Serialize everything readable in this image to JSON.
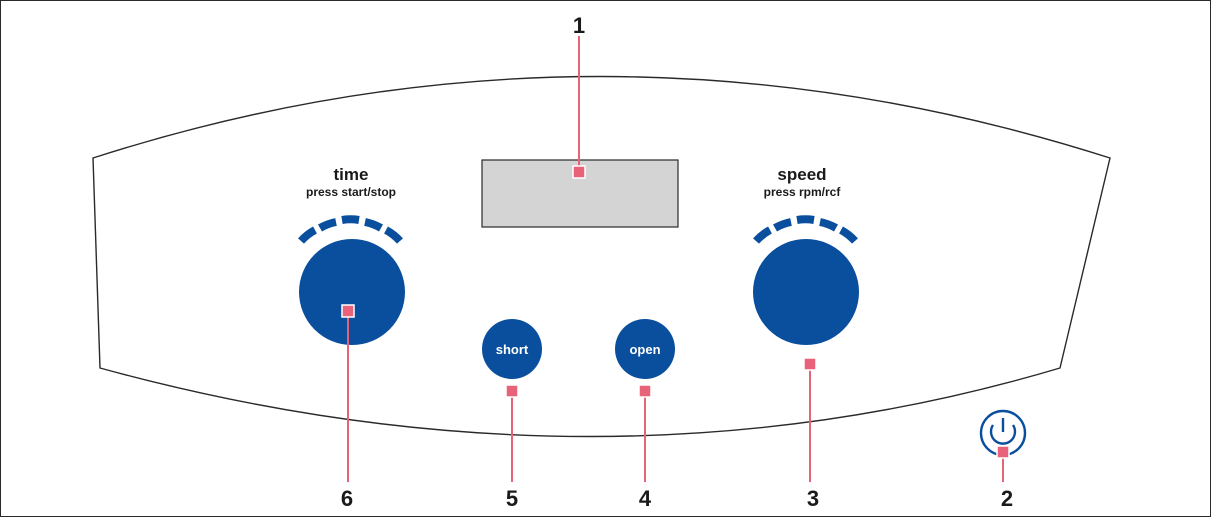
{
  "colors": {
    "blue": "#0a4f9e",
    "callout": "#e8627a",
    "display_fill": "#d4d4d4",
    "outline": "#2a2a2a"
  },
  "time_knob": {
    "title": "time",
    "subtitle": "press start/stop"
  },
  "speed_knob": {
    "title": "speed",
    "subtitle": "press rpm/rcf"
  },
  "buttons": {
    "short_label": "short",
    "open_label": "open"
  },
  "power_icon": "power-icon",
  "callouts": [
    "1",
    "2",
    "3",
    "4",
    "5",
    "6"
  ]
}
